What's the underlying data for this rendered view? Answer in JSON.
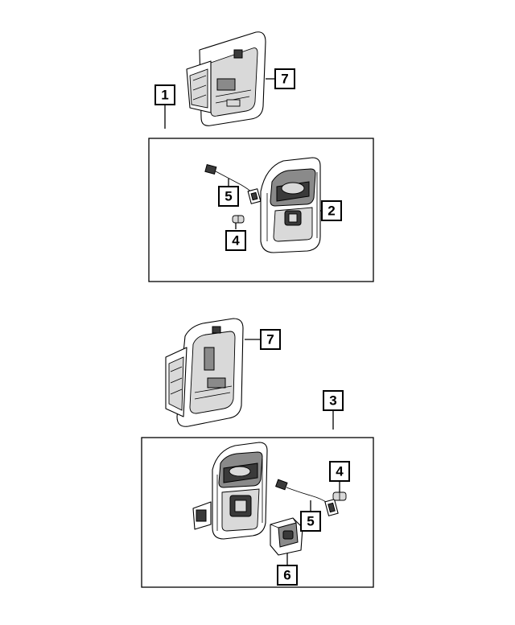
{
  "callouts": {
    "top_frame_label": "1",
    "top_bezel_label": "7",
    "top_console_label": "2",
    "top_wire_label": "5",
    "top_bulb_label": "4",
    "bottom_bezel_label": "7",
    "bottom_frame_label": "3",
    "bottom_bulb_label": "4",
    "bottom_wire_label": "5",
    "bottom_switch_label": "6"
  }
}
